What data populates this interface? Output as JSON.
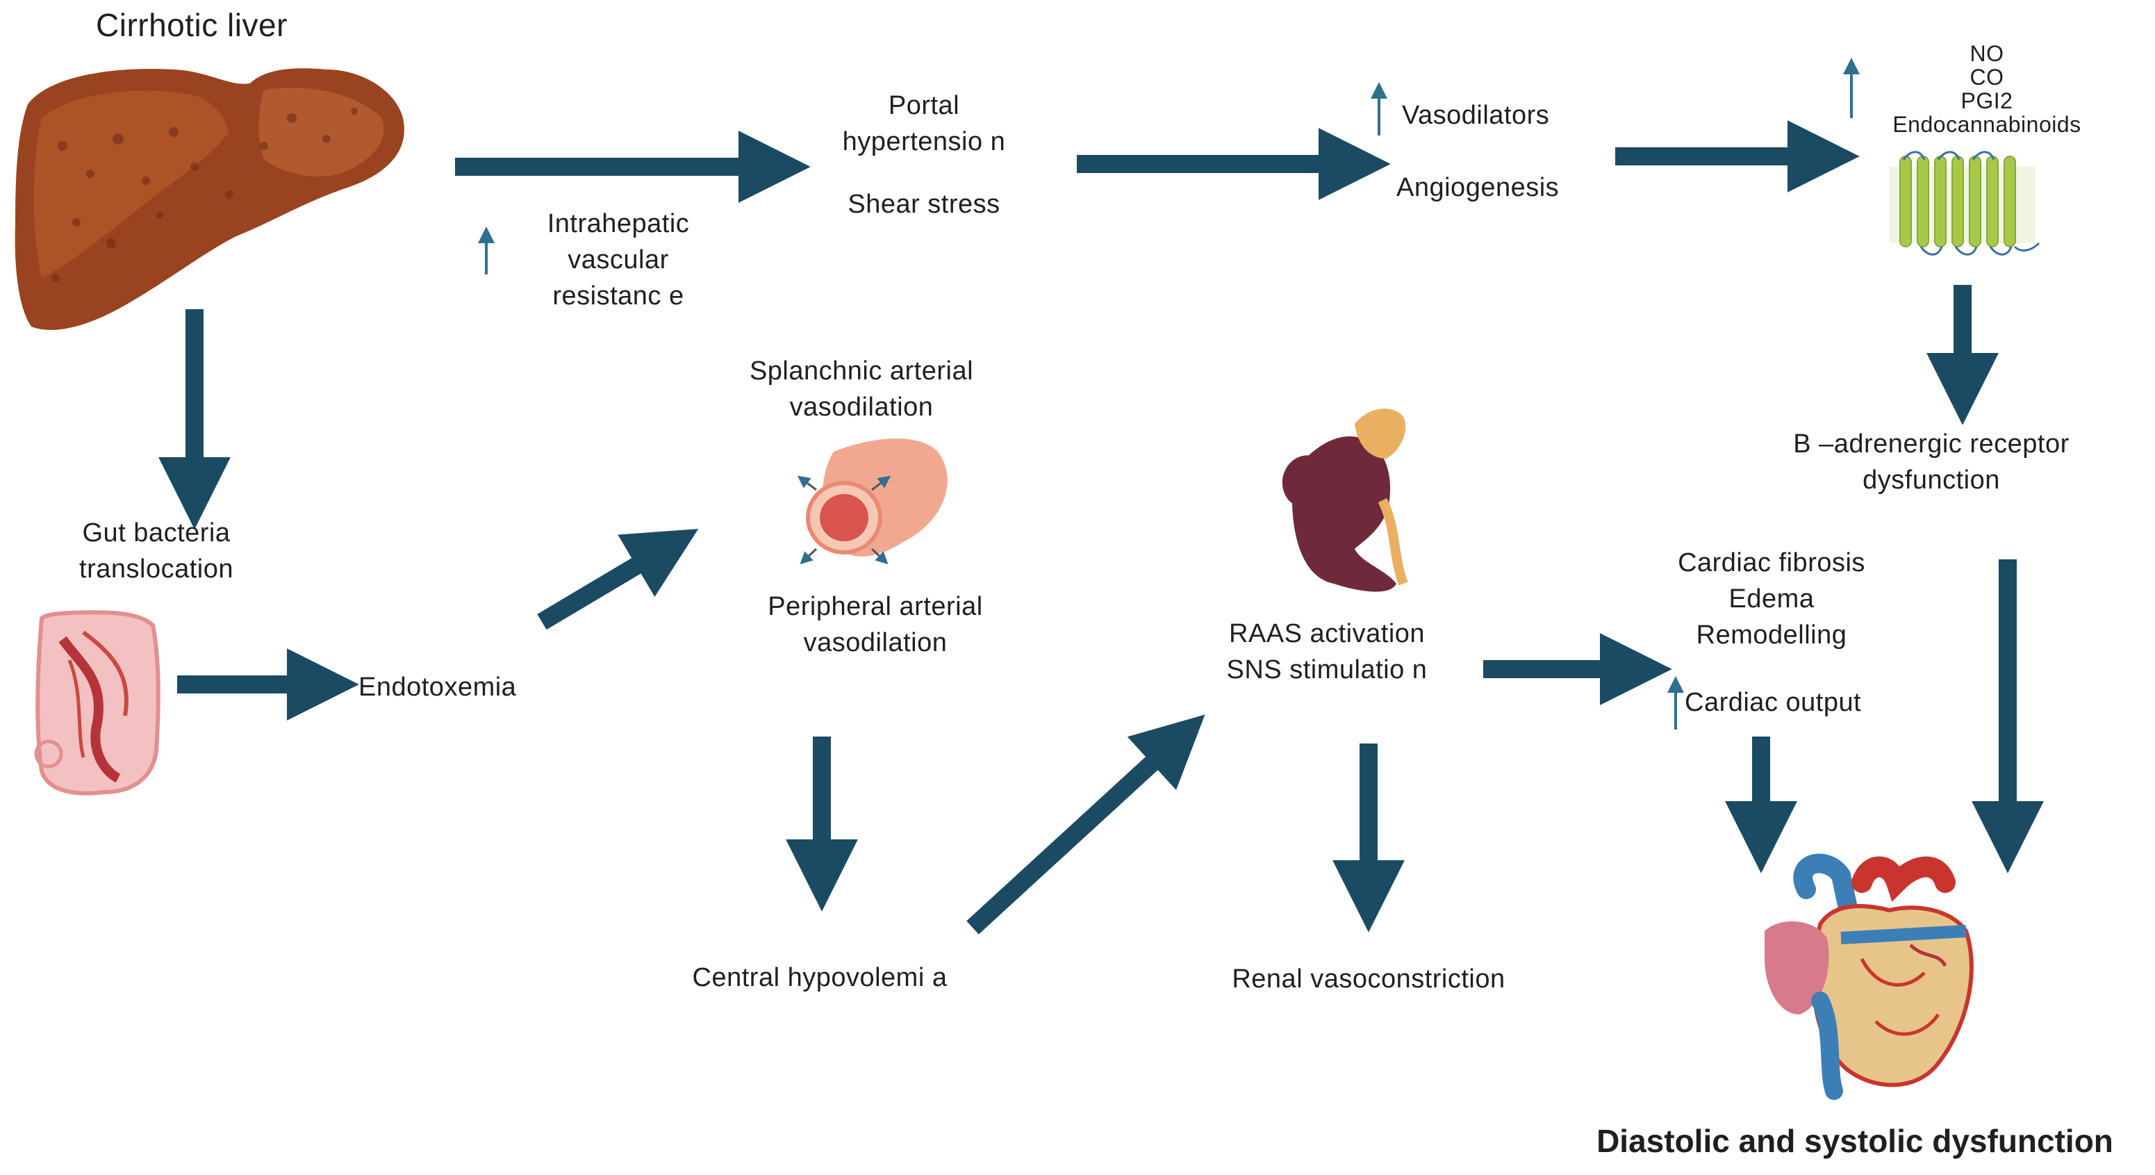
{
  "colors": {
    "arrow": "#1b4a63",
    "up_arrow": "#2f6f8f",
    "liver": "#9a4320",
    "liver_light": "#c26a3a",
    "kidney": "#6e2a3b",
    "adrenal": "#e8b060",
    "vessel": "#f2a890",
    "vessel_inner": "#d9534f",
    "intestine": "#f3c1c1",
    "heart_red": "#c9352e",
    "heart_blue": "#3c7fb6",
    "receptor_green": "#a8c84a",
    "text": "#1f1f1f"
  },
  "icons": {
    "liver": "liver-illustration",
    "intestine": "intestine-illustration",
    "artery": "artery-illustration",
    "kidney": "kidney-illustration",
    "receptor": "membrane-receptor-illustration",
    "heart": "heart-illustration",
    "increase": "up-arrow-icon"
  },
  "labels": {
    "cirrhotic_liver": "Cirrhotic liver",
    "portal": [
      "Portal",
      "hypertensio n"
    ],
    "shear_stress": "Shear stress",
    "intrahepatic": [
      "Intrahepatic",
      "vascular",
      "resistanc e"
    ],
    "vasodilators": "Vasodilators",
    "angiogenesis": "Angiogenesis",
    "mediators": [
      "NO",
      "CO",
      "PGI2",
      "Endocannabinoids"
    ],
    "splanchnic": [
      "Splanchnic  arterial",
      "vasodilation"
    ],
    "peripheral": [
      "Peripheral arterial",
      "vasodilation"
    ],
    "gut": [
      "Gut bacteria",
      "translocation"
    ],
    "endotoxemia": "Endotoxemia",
    "raas": [
      "RAAS activation",
      "SNS stimulatio n"
    ],
    "b_adrenergic": [
      "B –adrenergic receptor",
      "dysfunction"
    ],
    "cardiac": [
      "Cardiac fibrosis",
      "Edema",
      "Remodelling"
    ],
    "cardiac_output": "Cardiac output",
    "central_hypovolemia": "Central hypovolemi a",
    "renal": "Renal vasoconstriction",
    "final": "Diastolic and systolic dysfunction"
  }
}
